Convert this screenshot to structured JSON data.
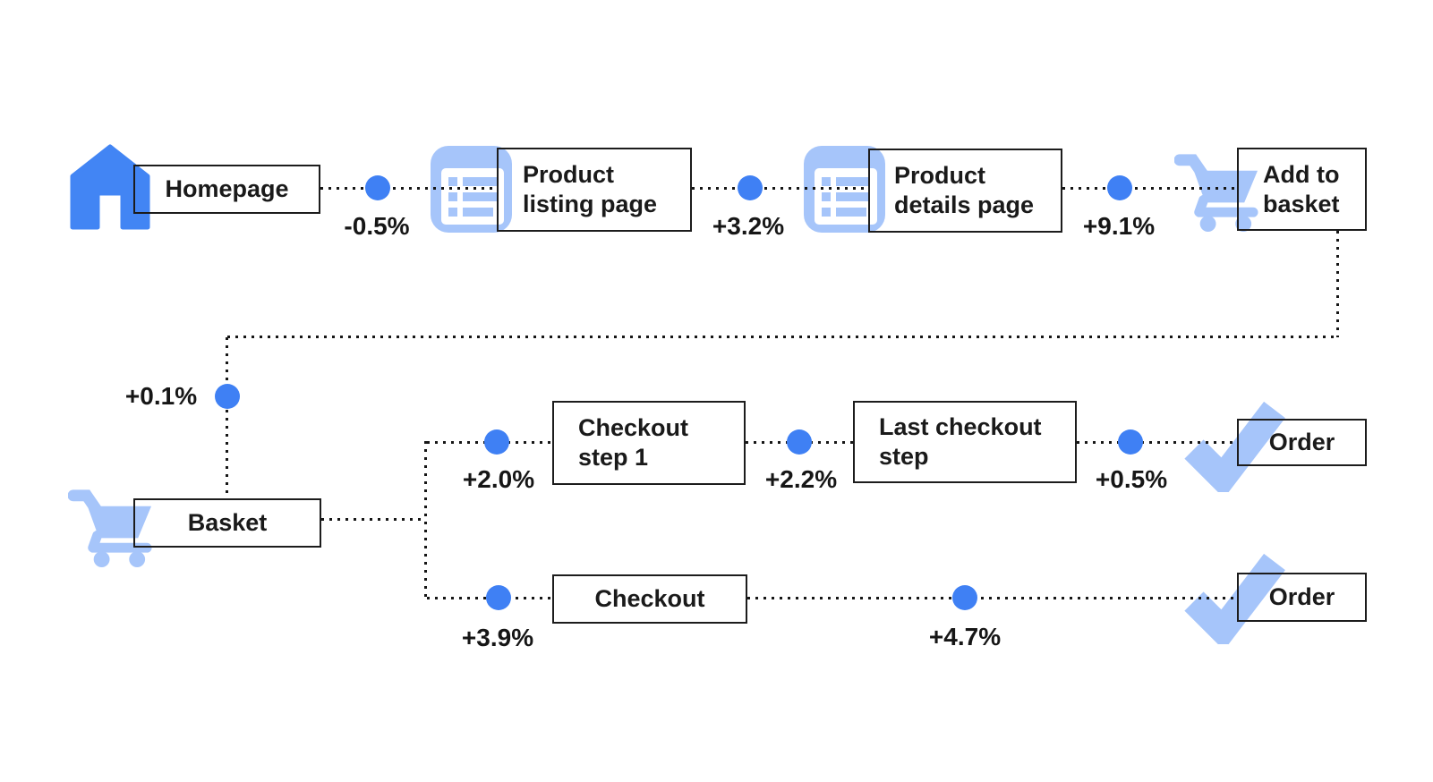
{
  "colors": {
    "accent_blue": "#4285F4",
    "light_blue": "#A6C5FA",
    "line_black": "#161616",
    "text": "#1A1A1A",
    "background": "#FFFFFF"
  },
  "funnel": {
    "nodes": [
      {
        "id": "homepage",
        "label": "Homepage",
        "icon": "home-icon"
      },
      {
        "id": "product-listing-page",
        "label": "Product listing page",
        "icon": "list-icon"
      },
      {
        "id": "product-details-page",
        "label": "Product details page",
        "icon": "list-icon"
      },
      {
        "id": "add-to-basket",
        "label": "Add to basket",
        "icon": "cart-icon"
      },
      {
        "id": "basket",
        "label": "Basket",
        "icon": "cart-icon"
      },
      {
        "id": "checkout-step-1",
        "label": "Checkout step 1",
        "icon": ""
      },
      {
        "id": "last-checkout-step",
        "label": "Last checkout step",
        "icon": ""
      },
      {
        "id": "order-top",
        "label": "Order",
        "icon": "check-icon"
      },
      {
        "id": "checkout",
        "label": "Checkout",
        "icon": ""
      },
      {
        "id": "order-bottom",
        "label": "Order",
        "icon": "check-icon"
      }
    ],
    "edges": [
      {
        "from": "homepage",
        "to": "product-listing-page",
        "delta": "-0.5%"
      },
      {
        "from": "product-listing-page",
        "to": "product-details-page",
        "delta": "+3.2%"
      },
      {
        "from": "product-details-page",
        "to": "add-to-basket",
        "delta": "+9.1%"
      },
      {
        "from": "add-to-basket",
        "to": "basket",
        "delta": "+0.1%"
      },
      {
        "from": "basket",
        "to": "checkout-step-1",
        "delta": "+2.0%"
      },
      {
        "from": "checkout-step-1",
        "to": "last-checkout-step",
        "delta": "+2.2%"
      },
      {
        "from": "last-checkout-step",
        "to": "order-top",
        "delta": "+0.5%"
      },
      {
        "from": "basket",
        "to": "checkout",
        "delta": "+3.9%"
      },
      {
        "from": "checkout",
        "to": "order-bottom",
        "delta": "+4.7%"
      }
    ]
  }
}
